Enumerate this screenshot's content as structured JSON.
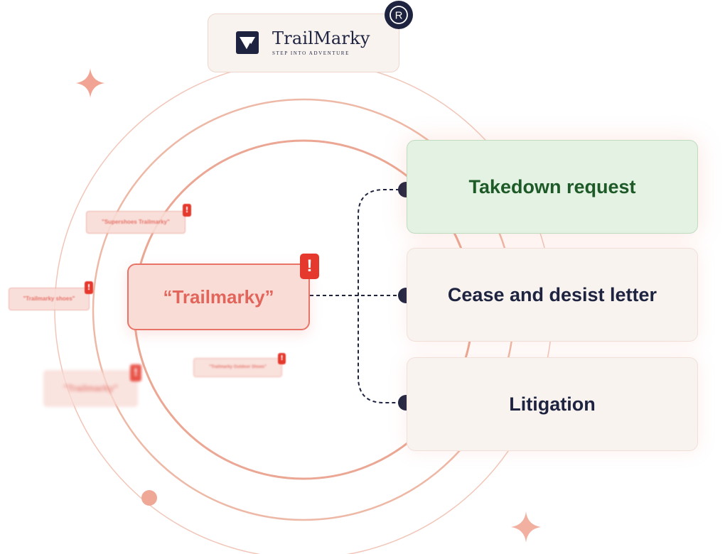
{
  "brand": {
    "name": "TrailMarky",
    "tagline": "STEP INTO ADVENTURE",
    "registered_symbol": "R"
  },
  "watched_term": {
    "text": "“Trailmarky”",
    "flag": "!"
  },
  "detected_terms": [
    {
      "text": "\"Supershoes Trailmarky\"",
      "flag": "!"
    },
    {
      "text": "\"Trailmarky shoes\"",
      "flag": "!"
    },
    {
      "text": "\"Trailmarky Outdoor Shoes\"",
      "flag": "!"
    },
    {
      "text": "\"Trailmarky\"",
      "flag": "!"
    }
  ],
  "actions": [
    {
      "label": "Takedown request",
      "status": "selected"
    },
    {
      "label": "Cease and desist letter",
      "status": "available"
    },
    {
      "label": "Litigation",
      "status": "available"
    }
  ],
  "colors": {
    "accent": "#e5392d",
    "term_fill": "#f9dcd6",
    "term_text": "#e2655b",
    "navy": "#1e2340",
    "success_fill": "#e3f2e3",
    "success_text": "#1d5a27",
    "neutral_fill": "#f8f3ef",
    "ring": "#eba793"
  },
  "icons": [
    "trailmarky-logo-icon",
    "registered-trademark-icon",
    "alert-icon",
    "sparkle-icon"
  ]
}
